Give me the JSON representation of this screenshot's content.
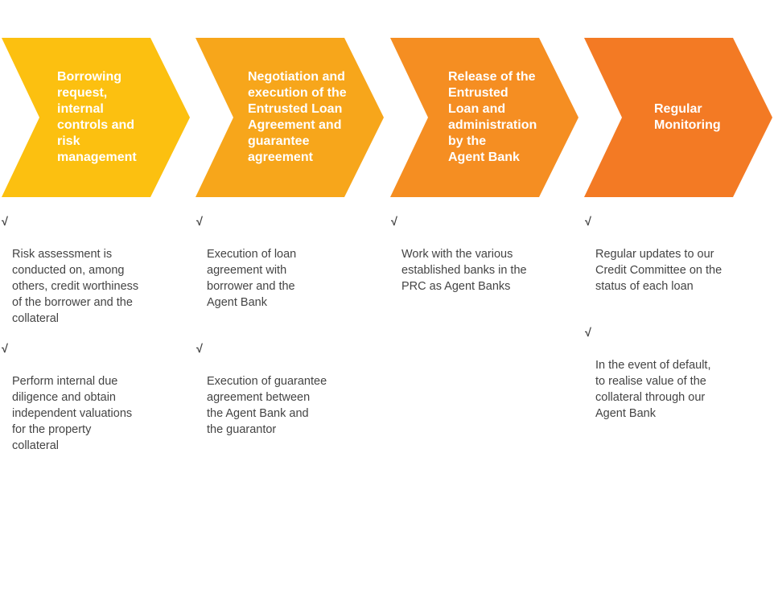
{
  "colors": {
    "step1": "#FCC010",
    "step2": "#F7A61B",
    "step3": "#F58E22",
    "step4": "#F37A24",
    "text": "#444444"
  },
  "check_glyph": "√",
  "steps": [
    {
      "title": "Borrowing\nrequest,\ninternal\ncontrols and\nrisk\nmanagement",
      "bullets": [
        "Risk assessment is\nconducted on, among\nothers, credit worthiness\nof the borrower and the\ncollateral",
        "Perform internal due\ndiligence and obtain\nindependent valuations\nfor the property\ncollateral"
      ]
    },
    {
      "title": "Negotiation and\nexecution of the\nEntrusted Loan\nAgreement and\nguarantee\nagreement",
      "bullets": [
        "Execution of loan\nagreement with\nborrower and the\nAgent Bank",
        "Execution of guarantee\nagreement between\nthe Agent Bank and\nthe guarantor"
      ]
    },
    {
      "title": "Release of the\nEntrusted\nLoan and\nadministration\nby the\nAgent Bank",
      "bullets": [
        "Work with the various\nestablished banks in the\nPRC as Agent Banks"
      ]
    },
    {
      "title": "Regular\nMonitoring",
      "bullets": [
        "Regular updates to our\nCredit Committee on the\nstatus of each loan",
        "In the event of default,\nto realise value of the\ncollateral through our\nAgent Bank"
      ]
    }
  ]
}
